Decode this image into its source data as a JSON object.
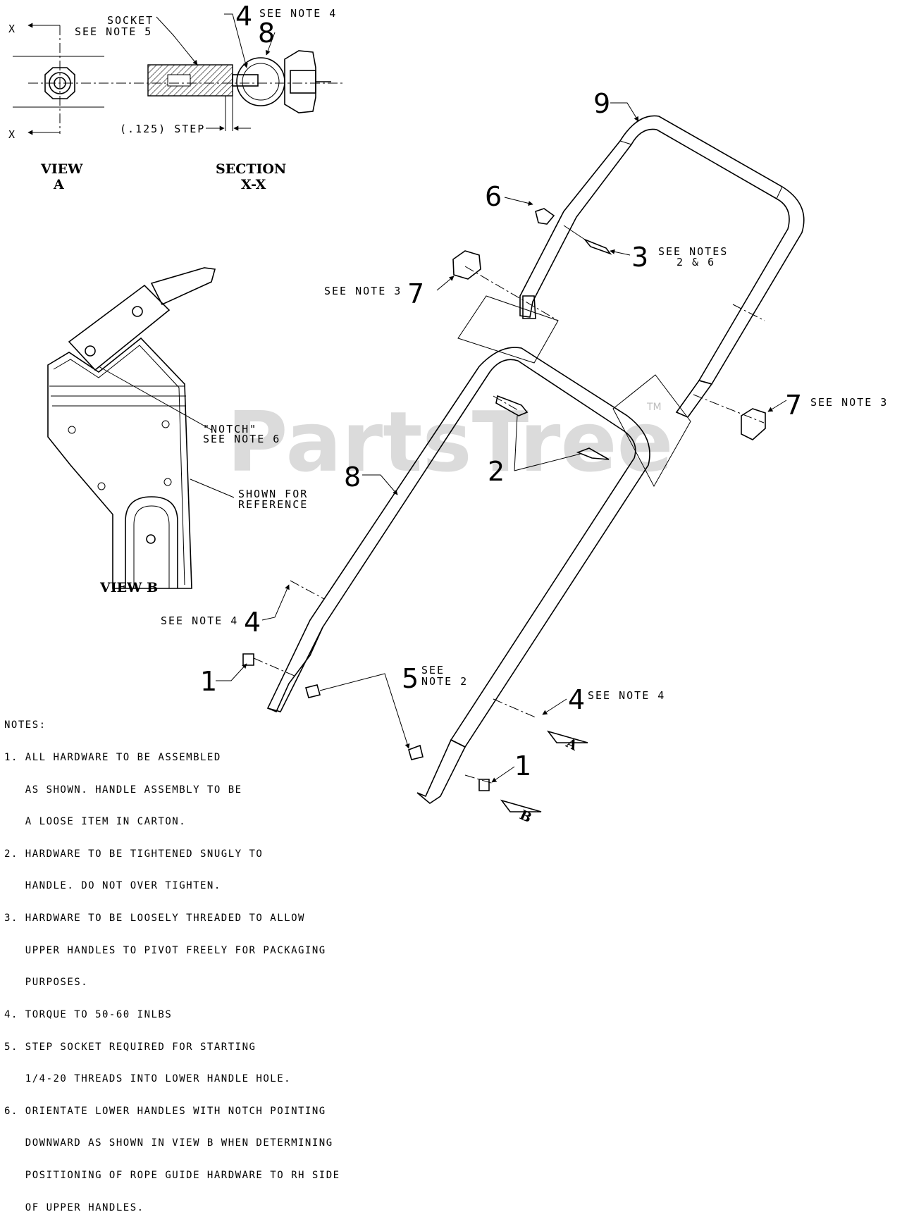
{
  "watermark": "PartsTree",
  "trademark": "TM",
  "callouts": {
    "c1a": "1",
    "c1b": "1",
    "c2": "2",
    "c3": "3",
    "c4a": "4",
    "c4b": "4",
    "c4c": "4",
    "c5": "5",
    "c6": "6",
    "c7a": "7",
    "c7b": "7",
    "c8a": "8",
    "c8b": "8",
    "c9": "9"
  },
  "annotations": {
    "see_note_4": "SEE NOTE 4",
    "see_note_3": "SEE NOTE 3",
    "see_notes": "SEE NOTES",
    "notes_2_6": "2 & 6",
    "see": "SEE",
    "note_2": "NOTE 2",
    "socket": "SOCKET",
    "see_note_5": "SEE NOTE 5",
    "step": "(.125) STEP",
    "notch": "\"NOTCH\"",
    "see_note_6": "SEE NOTE 6",
    "shown_for": "SHOWN FOR",
    "reference": "REFERENCE",
    "x": "X",
    "view": "VIEW",
    "view_a_letter": "A",
    "section": "SECTION",
    "section_xx": "X-X",
    "view_b": "VIEW  B",
    "marker_a": "A",
    "marker_b": "B"
  },
  "notes": {
    "heading": "NOTES:",
    "lines": [
      "1. ALL HARDWARE TO BE ASSEMBLED",
      "   AS SHOWN. HANDLE ASSEMBLY TO BE",
      "   A LOOSE ITEM IN CARTON.",
      "2. HARDWARE TO BE TIGHTENED SNUGLY TO",
      "   HANDLE. DO NOT OVER TIGHTEN.",
      "3. HARDWARE TO BE LOOSELY THREADED TO ALLOW",
      "   UPPER HANDLES TO PIVOT FREELY FOR PACKAGING",
      "   PURPOSES.",
      "4. TORQUE TO 50-60 INLBS",
      "5. STEP SOCKET REQUIRED FOR STARTING",
      "   1/4-20 THREADS INTO LOWER HANDLE HOLE.",
      "6. ORIENTATE LOWER HANDLES WITH NOTCH POINTING",
      "   DOWNWARD AS SHOWN IN VIEW B WHEN DETERMINING",
      "   POSITIONING OF ROPE GUIDE HARDWARE TO RH SIDE",
      "   OF UPPER HANDLES."
    ]
  }
}
